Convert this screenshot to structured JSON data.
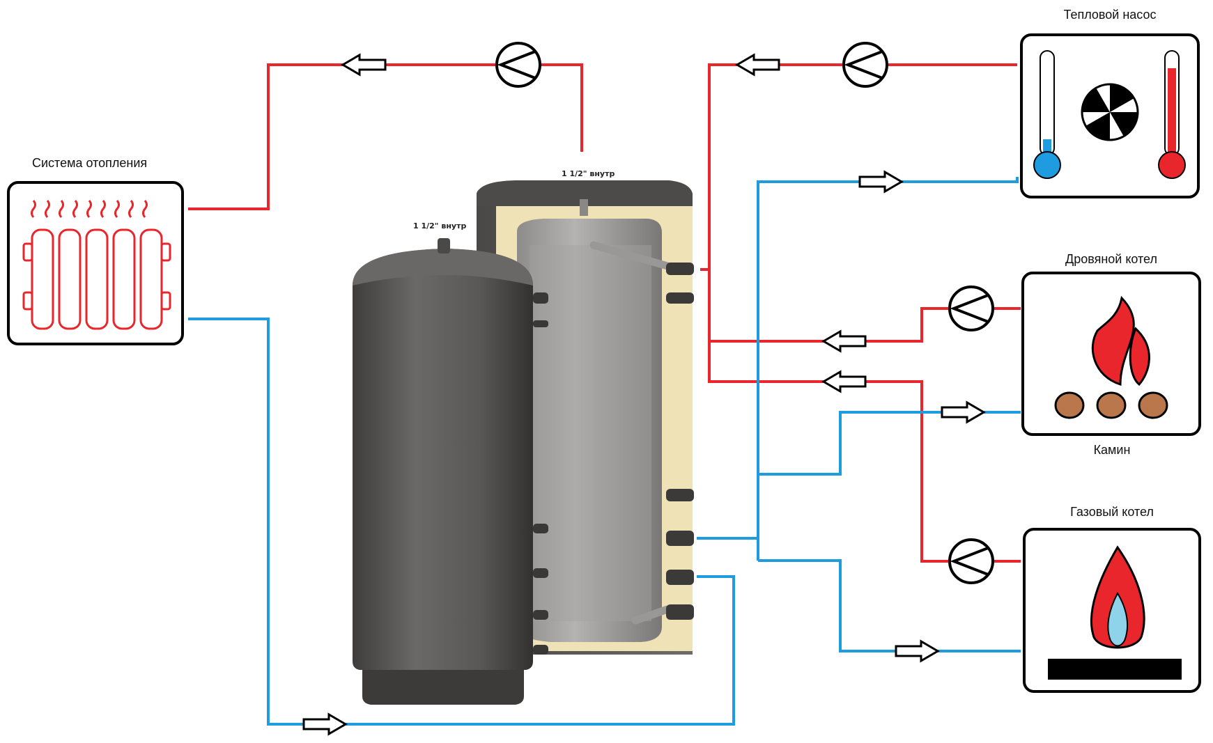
{
  "labels": {
    "heating_system": "Система отопления",
    "heat_pump": "Тепловой насос",
    "wood_boiler": "Дровяной котел",
    "fireplace": "Камин",
    "gas_boiler": "Газовый котел",
    "port_top_left": "1 1/2\" внутр",
    "port_top_right": "1 1/2\" внутр"
  },
  "colors": {
    "hot_line": "#e8262b",
    "cold_line": "#1f9be0",
    "tank": "#5d5b59",
    "insulation": "#efe2b6"
  },
  "icons": {
    "radiator": "radiator-icon",
    "heat_pump": "heat-pump-icon",
    "wood_boiler": "wood-fire-icon",
    "gas_boiler": "gas-flame-icon",
    "pump": "circulation-pump-icon",
    "flow_arrow": "flow-arrow-icon"
  }
}
